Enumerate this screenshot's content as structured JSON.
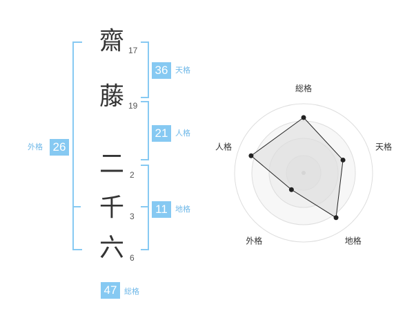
{
  "name": {
    "chars": [
      {
        "char": "齋",
        "strokes": "17"
      },
      {
        "char": "藤",
        "strokes": "19"
      },
      {
        "char": "二",
        "strokes": "2"
      },
      {
        "char": "千",
        "strokes": "3"
      },
      {
        "char": "六",
        "strokes": "6"
      }
    ]
  },
  "kaku": {
    "tenkaku": {
      "value": "36",
      "label": "天格"
    },
    "jinkaku": {
      "value": "21",
      "label": "人格"
    },
    "chikaku": {
      "value": "11",
      "label": "地格"
    },
    "gaikaku": {
      "value": "26",
      "label": "外格"
    },
    "soukaku": {
      "value": "47",
      "label": "総格"
    }
  },
  "colors": {
    "accent": "#86c9f2",
    "accent_text": "#6fb8e8"
  },
  "chart_data": {
    "type": "radar",
    "axes": [
      "総格",
      "天格",
      "地格",
      "外格",
      "人格"
    ],
    "values": [
      4,
      3,
      4,
      1.5,
      4
    ],
    "max": 5,
    "rings": 4
  }
}
